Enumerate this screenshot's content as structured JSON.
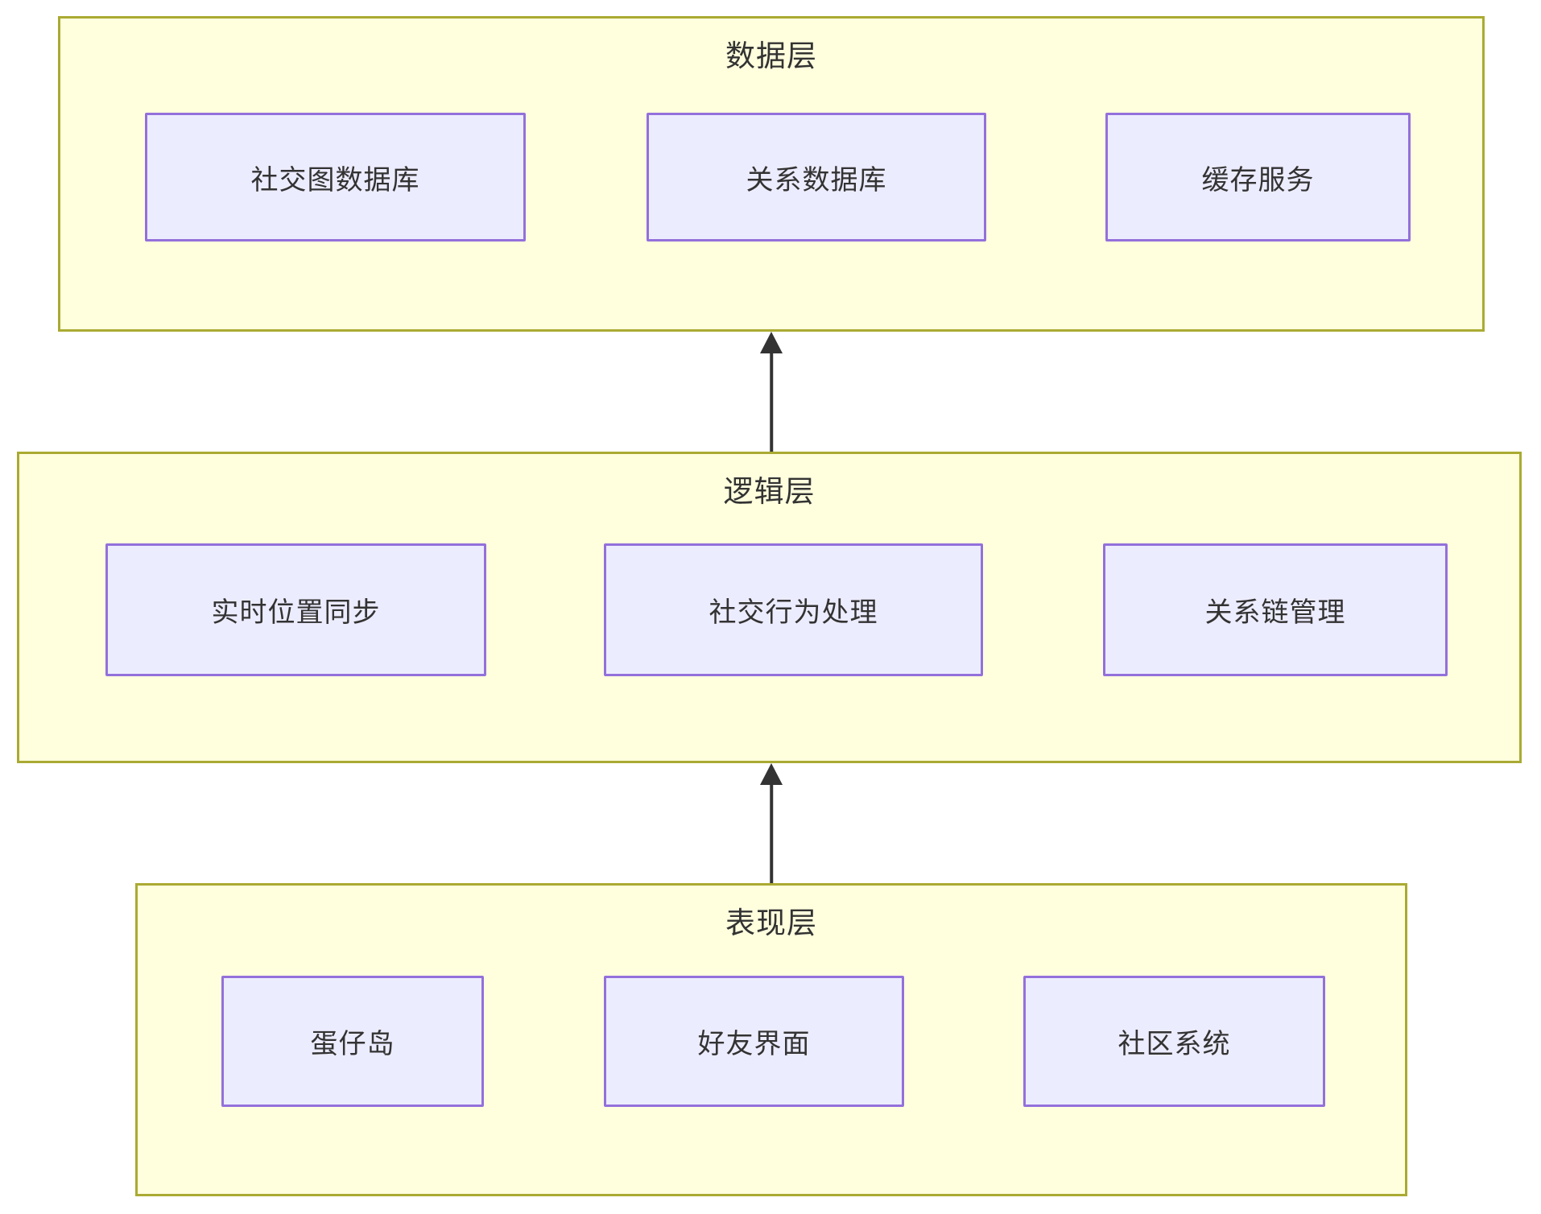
{
  "diagram": {
    "type": "layered-architecture-flowchart",
    "layers": [
      {
        "id": "data-layer",
        "title": "数据层",
        "nodes": [
          {
            "label": "社交图数据库"
          },
          {
            "label": "关系数据库"
          },
          {
            "label": "缓存服务"
          }
        ]
      },
      {
        "id": "logic-layer",
        "title": "逻辑层",
        "nodes": [
          {
            "label": "实时位置同步"
          },
          {
            "label": "社交行为处理"
          },
          {
            "label": "关系链管理"
          }
        ]
      },
      {
        "id": "presentation-layer",
        "title": "表现层",
        "nodes": [
          {
            "label": "蛋仔岛"
          },
          {
            "label": "好友界面"
          },
          {
            "label": "社区系统"
          }
        ]
      }
    ],
    "arrows": [
      {
        "from": "logic-layer",
        "to": "data-layer",
        "direction": "up"
      },
      {
        "from": "presentation-layer",
        "to": "logic-layer",
        "direction": "up"
      }
    ],
    "colors": {
      "layer_fill": "#ffffde",
      "layer_border": "#aaaa33",
      "node_fill": "#ececff",
      "node_border": "#9370db",
      "text": "#333333",
      "arrow": "#333333"
    }
  }
}
